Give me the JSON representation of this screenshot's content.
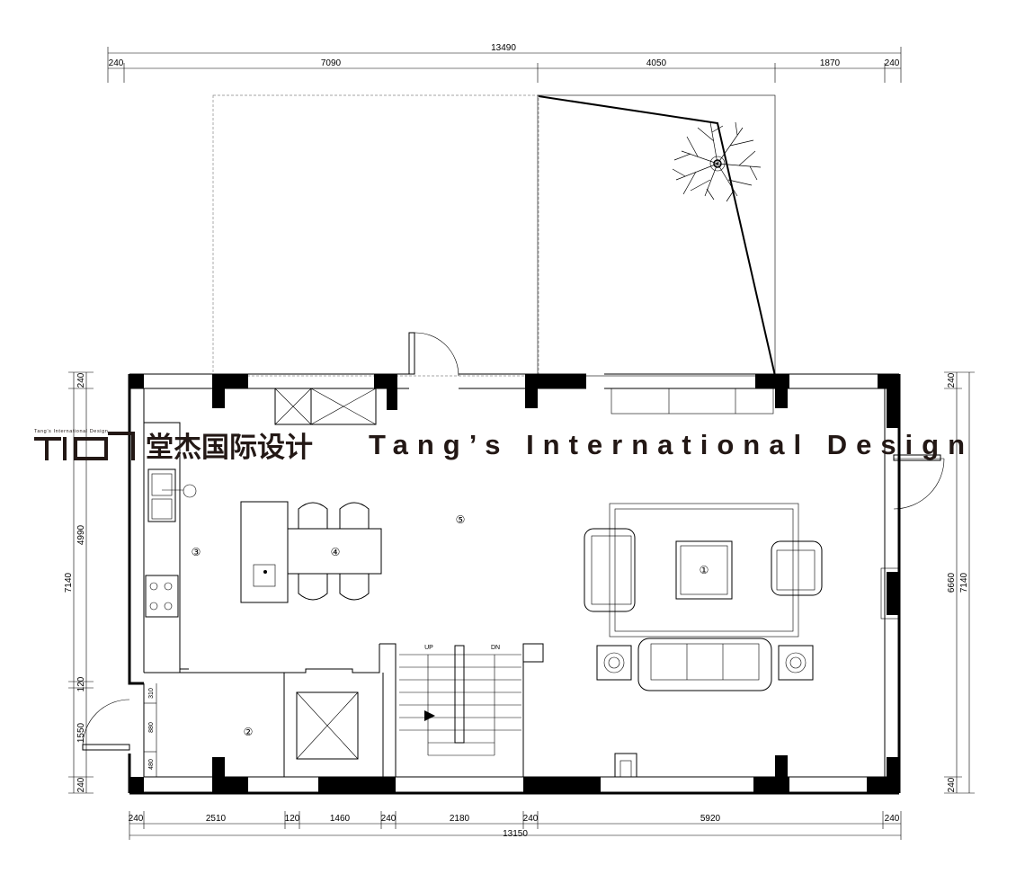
{
  "brand": {
    "logo_mark": "TID",
    "name_cn": "堂杰国际设计",
    "name_en": "Tang’s International Design",
    "tagline_small": "Tang’s International Design"
  },
  "dimensions": {
    "top_overall": "13490",
    "top_segments": [
      "240",
      "7090",
      "4050",
      "1870",
      "240"
    ],
    "bottom_overall": "13150",
    "bottom_segments": [
      "240",
      "2510",
      "120",
      "1460",
      "240",
      "2180",
      "240",
      "5920",
      "240"
    ],
    "left_overall": "7140",
    "left_segments": [
      "240",
      "4990",
      "120",
      "1550",
      "240"
    ],
    "left_inner": [
      "310",
      "880",
      "480"
    ],
    "right_overall": "7140",
    "right_inner": "6660",
    "right_segments": [
      "240",
      "240"
    ]
  },
  "rooms": {
    "r1": "①",
    "r2": "②",
    "r3": "③",
    "r4": "④",
    "r5": "⑤"
  },
  "stair": {
    "up": "UP",
    "down": "DN"
  },
  "icons": [
    "tree-icon",
    "sofa-icon",
    "lamp-icon",
    "sink-icon",
    "cooktop-icon",
    "chair-icon",
    "door-swing-icon"
  ]
}
